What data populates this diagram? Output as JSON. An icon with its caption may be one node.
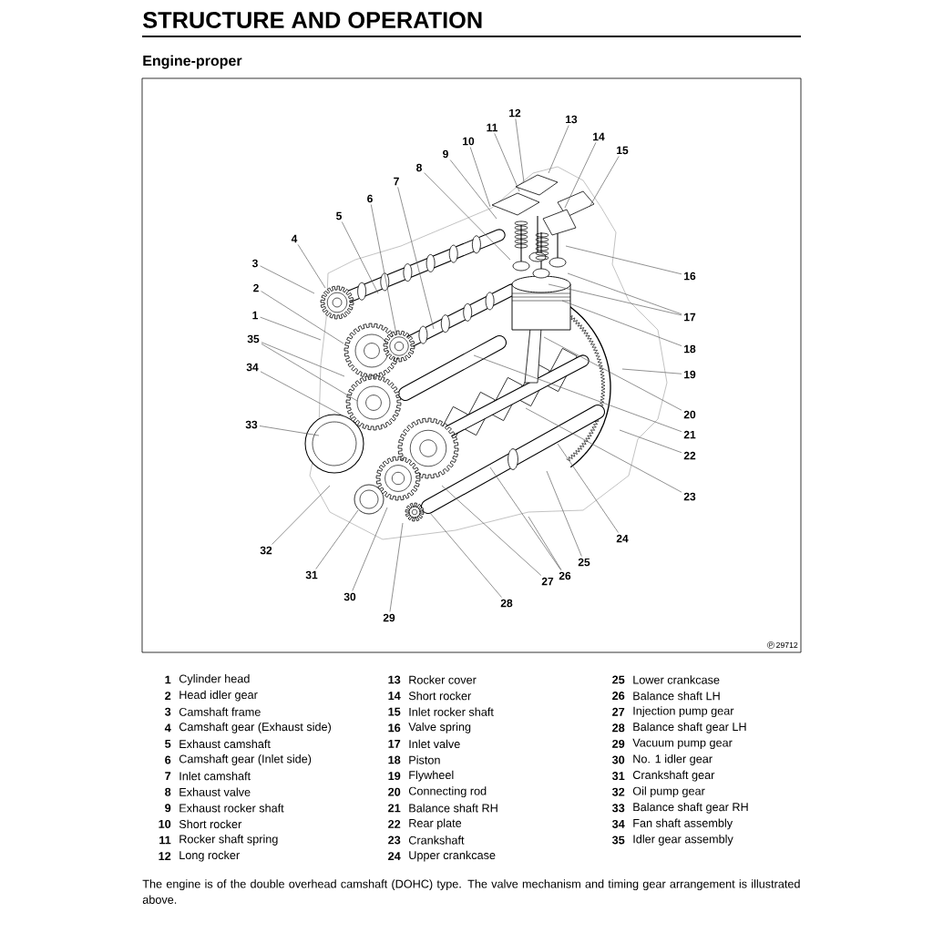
{
  "diagram": {
    "title": "STRUCTURE AND OPERATION",
    "caption": "The engine is of the double overhead camshaft (DOHC) type.  The valve mechanism and timing gear arrangement is illustrated above.",
    "nodes": [
      {
        "text": [
          "1"
        ]
      },
      {
        "text": [
          "2"
        ]
      },
      {
        "text": [
          "3"
        ]
      },
      {
        "text": [
          "4"
        ]
      },
      {
        "text": [
          "5"
        ]
      },
      {
        "text": [
          "6"
        ]
      },
      {
        "text": [
          "7"
        ]
      },
      {
        "text": [
          "8"
        ]
      },
      {
        "text": [
          "9"
        ]
      },
      {
        "text": [
          "10"
        ]
      },
      {
        "text": [
          "11"
        ]
      },
      {
        "text": [
          "12"
        ]
      },
      {
        "text": [
          "13"
        ]
      },
      {
        "text": [
          "14"
        ]
      },
      {
        "text": [
          "15"
        ]
      },
      {
        "text": [
          "16"
        ]
      },
      {
        "text": [
          "17"
        ]
      },
      {
        "text": [
          "18"
        ]
      },
      {
        "text": [
          "19"
        ]
      },
      {
        "text": [
          "20"
        ]
      },
      {
        "text": [
          "21"
        ]
      },
      {
        "text": [
          "22"
        ]
      },
      {
        "text": [
          "23"
        ]
      },
      {
        "text": [
          "24"
        ]
      },
      {
        "text": [
          "25"
        ]
      },
      {
        "text": [
          "26"
        ]
      },
      {
        "text": [
          "27"
        ]
      },
      {
        "text": [
          "28"
        ]
      },
      {
        "text": [
          "29"
        ]
      },
      {
        "text": [
          "30"
        ]
      },
      {
        "text": [
          "31"
        ]
      },
      {
        "text": [
          "32"
        ]
      },
      {
        "text": [
          "33"
        ]
      },
      {
        "text": [
          "34"
        ]
      },
      {
        "text": [
          "35"
        ]
      }
    ],
    "edges": [
      {
        "from": 0,
        "to": null,
        "arrow": "none"
      },
      {
        "from": 1,
        "to": null,
        "arrow": "none"
      },
      {
        "from": 2,
        "to": null,
        "arrow": "none"
      },
      {
        "from": 3,
        "to": null,
        "arrow": "none"
      },
      {
        "from": 4,
        "to": null,
        "arrow": "none"
      },
      {
        "from": 5,
        "to": null,
        "arrow": "none"
      },
      {
        "from": 6,
        "to": null,
        "arrow": "none"
      },
      {
        "from": 7,
        "to": null,
        "arrow": "none"
      },
      {
        "from": 8,
        "to": null,
        "arrow": "none"
      },
      {
        "from": 9,
        "to": null,
        "arrow": "none"
      },
      {
        "from": 10,
        "to": null,
        "arrow": "none"
      },
      {
        "from": 11,
        "to": null,
        "arrow": "none"
      },
      {
        "from": 12,
        "to": null,
        "arrow": "none"
      },
      {
        "from": 13,
        "to": null,
        "arrow": "none"
      },
      {
        "from": 14,
        "to": null,
        "arrow": "none"
      },
      {
        "from": 15,
        "to": null,
        "arrow": "none"
      },
      {
        "from": 16,
        "to": null,
        "arrow": "none"
      },
      {
        "from": 16,
        "to": null,
        "arrow": "none"
      },
      {
        "from": 17,
        "to": null,
        "arrow": "none"
      },
      {
        "from": 18,
        "to": null,
        "arrow": "none"
      },
      {
        "from": 19,
        "to": null,
        "arrow": "none"
      },
      {
        "from": 20,
        "to": null,
        "arrow": "none"
      },
      {
        "from": 21,
        "to": null,
        "arrow": "none"
      },
      {
        "from": 22,
        "to": null,
        "arrow": "none"
      },
      {
        "from": 23,
        "to": null,
        "arrow": "none"
      },
      {
        "from": 24,
        "to": null,
        "arrow": "none"
      },
      {
        "from": 25,
        "to": null,
        "arrow": "none"
      },
      {
        "from": 25,
        "to": null,
        "arrow": "none"
      },
      {
        "from": 26,
        "to": null,
        "arrow": "none"
      },
      {
        "from": 27,
        "to": null,
        "arrow": "none"
      },
      {
        "from": 28,
        "to": null,
        "arrow": "none"
      },
      {
        "from": 29,
        "to": null,
        "arrow": "none"
      },
      {
        "from": 30,
        "to": null,
        "arrow": "none"
      },
      {
        "from": 31,
        "to": null,
        "arrow": "none"
      },
      {
        "from": 32,
        "to": null,
        "arrow": "none"
      },
      {
        "from": 33,
        "to": null,
        "arrow": "none"
      },
      {
        "from": 34,
        "to": null,
        "arrow": "none"
      },
      {
        "from": 34,
        "to": null,
        "arrow": "none"
      }
    ],
    "labels": [
      "Engine-proper",
      "P",
      "29712",
      "1",
      "Cylinder head",
      "2",
      "Head idler gear",
      "3",
      "Camshaft frame",
      "4",
      "Camshaft gear (Exhaust side)",
      "5",
      "Exhaust camshaft",
      "6",
      "Camshaft gear (Inlet side)",
      "7",
      "Inlet camshaft",
      "8",
      "Exhaust valve",
      "9",
      "Exhaust rocker shaft",
      "10",
      "Short rocker",
      "11",
      "Rocker shaft spring",
      "12",
      "Long rocker",
      "13",
      "Rocker cover",
      "14",
      "Short rocker",
      "15",
      "Inlet rocker shaft",
      "16",
      "Valve spring",
      "17",
      "Inlet valve",
      "18",
      "Piston",
      "19",
      "Flywheel",
      "20",
      "Connecting rod",
      "21",
      "Balance shaft RH",
      "22",
      "Rear plate",
      "23",
      "Crankshaft",
      "24",
      "Upper crankcase",
      "25",
      "Lower crankcase",
      "26",
      "Balance shaft LH",
      "27",
      "Injection pump gear",
      "28",
      "Balance shaft gear LH",
      "29",
      "Vacuum pump gear",
      "30",
      "No. 1 idler gear",
      "31",
      "Crankshaft gear",
      "32",
      "Oil pump gear",
      "33",
      "Balance shaft gear RH",
      "34",
      "Fan shaft assembly",
      "35",
      "Idler gear assembly"
    ]
  }
}
